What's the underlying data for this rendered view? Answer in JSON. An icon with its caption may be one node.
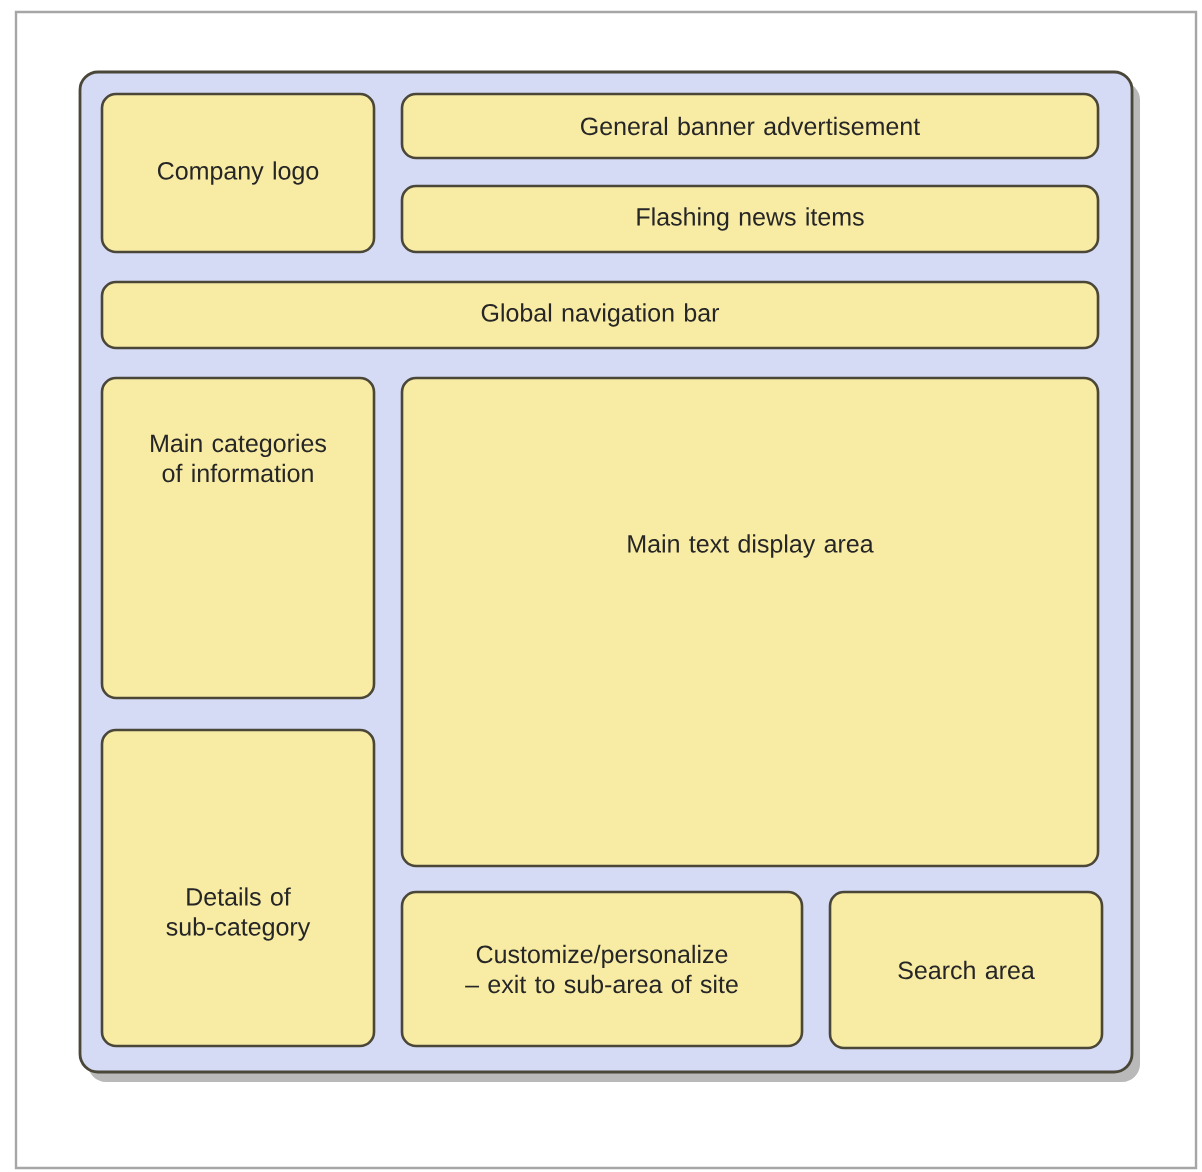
{
  "diagram": {
    "nodes": [
      {
        "text": [],
        "shape": "box"
      },
      {
        "text": [
          "Company logo"
        ],
        "in": 0
      },
      {
        "text": [
          "General banner advertisement"
        ],
        "in": 0
      },
      {
        "text": [
          "Flashing news items"
        ],
        "in": 0
      },
      {
        "text": [
          "Global navigation bar"
        ],
        "in": 0
      },
      {
        "text": [
          "Main categories of information"
        ],
        "in": 0
      },
      {
        "text": [
          "Main text display area"
        ],
        "in": 0
      },
      {
        "text": [
          "Details of sub-category"
        ],
        "in": 0
      },
      {
        "text": [
          "Customize/personalize – exit to sub-area of site"
        ],
        "in": 0
      },
      {
        "text": [
          "Search area"
        ],
        "in": 0
      }
    ]
  }
}
